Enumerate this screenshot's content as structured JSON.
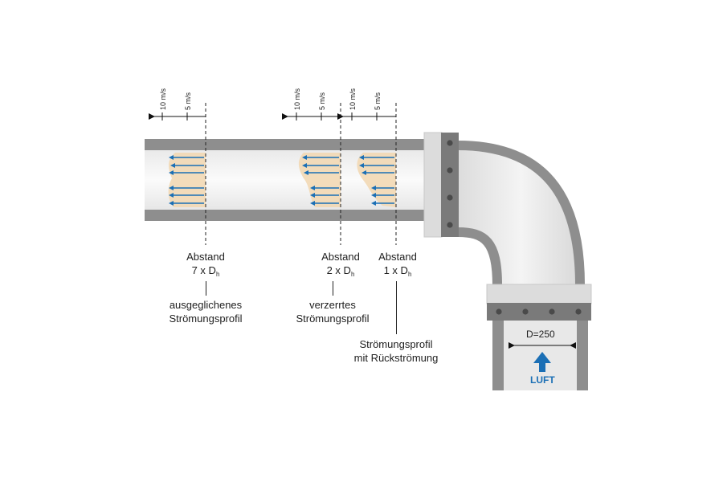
{
  "scales": {
    "speed_10": "10 m/s",
    "speed_5": "5 m/s"
  },
  "sections": [
    {
      "distance_label": "Abstand",
      "factor_label": "7 x D",
      "factor_sub": "h",
      "profile_line1": "ausgeglichenes",
      "profile_line2": "Strömungsprofil"
    },
    {
      "distance_label": "Abstand",
      "factor_label": "2 x D",
      "factor_sub": "h",
      "profile_line1": "verzerrtes",
      "profile_line2": "Strömungsprofil"
    },
    {
      "distance_label": "Abstand",
      "factor_label": "1 x D",
      "factor_sub": "h",
      "profile_line1": "Strömungsprofil",
      "profile_line2": "mit Rückströmung"
    }
  ],
  "inlet": {
    "diameter_label": "D=250",
    "flow_label": "LUFT"
  },
  "colors": {
    "pipe_wall": "#8e8e8e",
    "flange": "#7a7a7a",
    "profile_fill": "#f2d8b4",
    "flow_arrow": "#1b6fb5"
  }
}
